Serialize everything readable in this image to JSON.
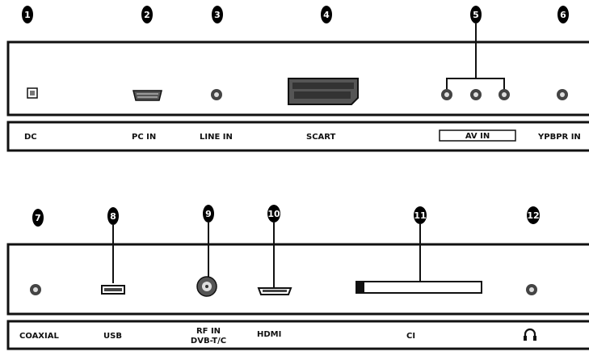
{
  "top_row": {
    "callouts": [
      "1",
      "2",
      "3",
      "4",
      "5",
      "6"
    ],
    "labels": {
      "dc": "DC",
      "pc_in": "PC IN",
      "line_in": "LINE IN",
      "scart": "SCART",
      "av_in": "AV IN",
      "ypbpr_in": "YPBPR IN"
    }
  },
  "bottom_row": {
    "callouts": [
      "7",
      "8",
      "9",
      "10",
      "11",
      "12"
    ],
    "labels": {
      "coaxial": "COAXIAL",
      "usb": "USB",
      "rf_in_line1": "RF IN",
      "rf_in_line2": "DVB-T/C",
      "hdmi": "HDMI",
      "ci": "CI"
    },
    "headphone_icon": "headphone-icon"
  },
  "colors": {
    "ink": "#111111",
    "panel": "#ffffff",
    "badge": "#000000"
  }
}
